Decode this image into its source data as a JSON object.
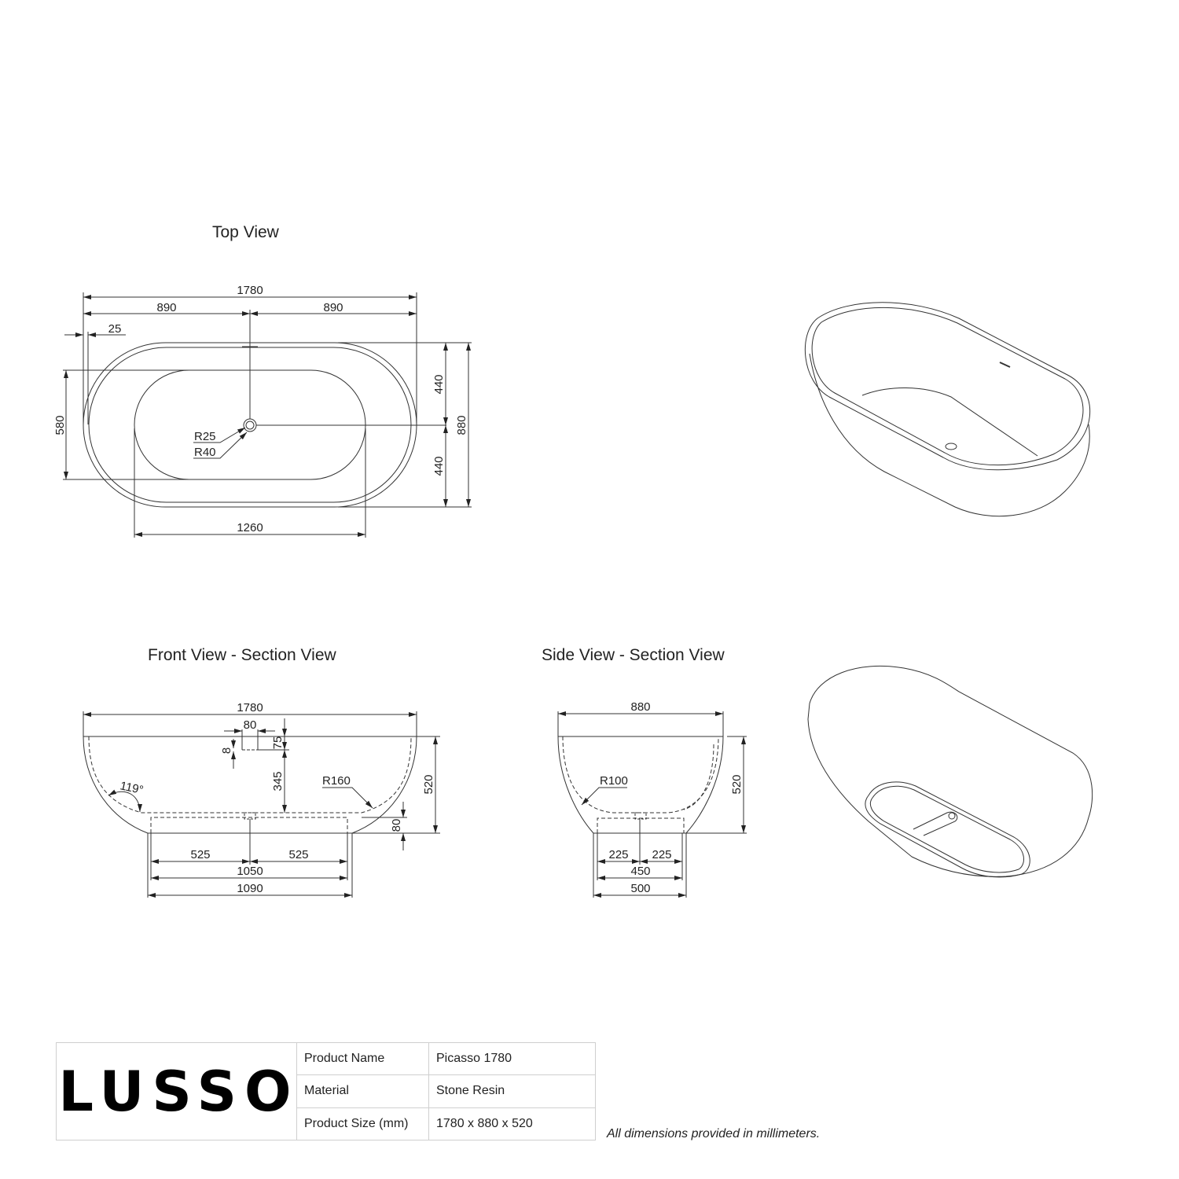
{
  "views": {
    "top": {
      "title": "Top View"
    },
    "front": {
      "title": "Front View - Section View"
    },
    "side": {
      "title": "Side View - Section View"
    }
  },
  "dimensions": {
    "top": {
      "overall_length": "1780",
      "half_left": "890",
      "half_right": "890",
      "rim_offset": "25",
      "inner_width": "580",
      "half_width_top": "440",
      "half_width_bottom": "440",
      "overall_width": "880",
      "inner_length": "1260",
      "waste_radius_inner": "R25",
      "waste_radius_outer": "R40"
    },
    "front": {
      "overall_length": "1780",
      "overflow_width": "80",
      "overflow_height": "8",
      "overflow_from_top": "75",
      "overflow_to_floor": "345",
      "bottom_radius": "R160",
      "angle": "119°",
      "height": "520",
      "base_height": "80",
      "base_half_left": "525",
      "base_half_right": "525",
      "base_inner": "1050",
      "base_outer": "1090"
    },
    "side": {
      "overall_width": "880",
      "bottom_radius": "R100",
      "height": "520",
      "base_half_left": "225",
      "base_half_right": "225",
      "base_inner": "450",
      "base_outer": "500"
    }
  },
  "title_block": {
    "logo": "LUSSO",
    "rows": [
      {
        "label": "Product Name",
        "value": "Picasso 1780"
      },
      {
        "label": "Material",
        "value": "Stone Resin"
      },
      {
        "label": "Product Size (mm)",
        "value": "1780 x 880 x 520"
      }
    ],
    "note": "All dimensions provided in millimeters."
  }
}
